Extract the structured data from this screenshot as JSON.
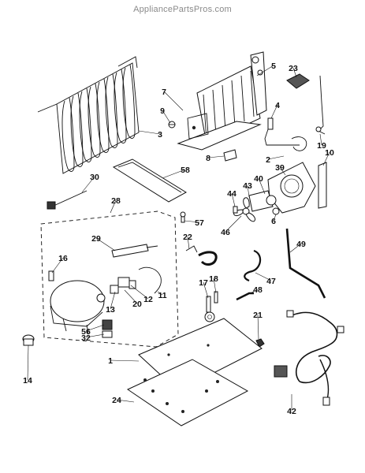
{
  "watermark": "AppliancePartsPros.com",
  "callouts": [
    "1",
    "2",
    "3",
    "4",
    "5",
    "6",
    "7",
    "8",
    "9",
    "10",
    "11",
    "12",
    "13",
    "14",
    "16",
    "17",
    "18",
    "19",
    "20",
    "21",
    "22",
    "23",
    "24",
    "28",
    "29",
    "30",
    "32",
    "39",
    "40",
    "42",
    "43",
    "44",
    "46",
    "47",
    "48",
    "49",
    "56",
    "57",
    "58"
  ]
}
